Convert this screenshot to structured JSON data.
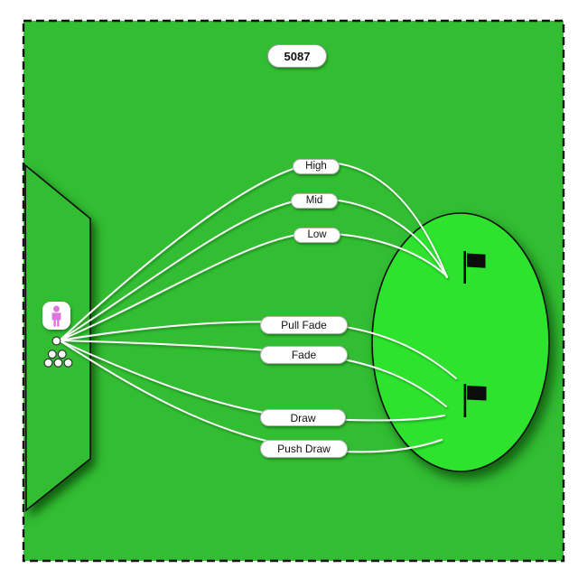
{
  "diagram": {
    "distance_label": "5087",
    "trajectories": {
      "high": "High",
      "mid": "Mid",
      "low": "Low"
    },
    "shot_shapes": {
      "pull_fade": "Pull Fade",
      "fade": "Fade",
      "draw": "Draw",
      "push_draw": "Push Draw"
    },
    "targets": {
      "upper": "upper-pin",
      "lower": "lower-pin"
    }
  },
  "icons": {
    "player": "person-icon",
    "upper_pin": "flag-icon",
    "lower_pin": "flag-icon",
    "tee_ball": "golf-ball-icon",
    "ball_cluster": "golf-ball-icon"
  },
  "colors": {
    "field_green": "#32bd32",
    "green_bright": "#2de32d",
    "shadow_green": "#1a7a1a",
    "person_pink": "#df75df",
    "line_white": "#ffffff",
    "ink_black": "#111111",
    "pill_white": "#ffffff"
  }
}
